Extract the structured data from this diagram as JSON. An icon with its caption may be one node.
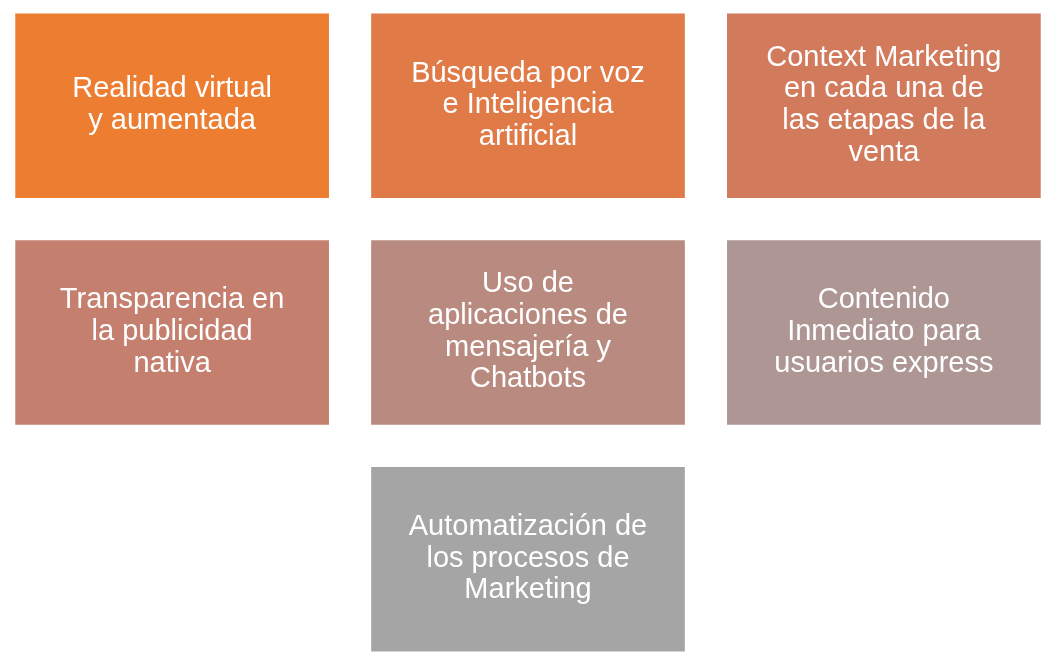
{
  "diagram": {
    "nodes": [
      {
        "text": [
          "Realidad virtual y aumentada"
        ]
      },
      {
        "text": [
          "Búsqueda por voz e Inteligencia artificial"
        ]
      },
      {
        "text": [
          "Context Marketing en cada una de las etapas de la venta"
        ]
      },
      {
        "text": [
          "Transparencia en la publicidad nativa"
        ]
      },
      {
        "text": [
          "Uso de aplicaciones de mensajería y Chatbots"
        ]
      },
      {
        "text": [
          "Contenido Inmediato para usuarios express"
        ]
      },
      {
        "text": [
          "Automatización de los procesos de Marketing"
        ]
      }
    ]
  }
}
